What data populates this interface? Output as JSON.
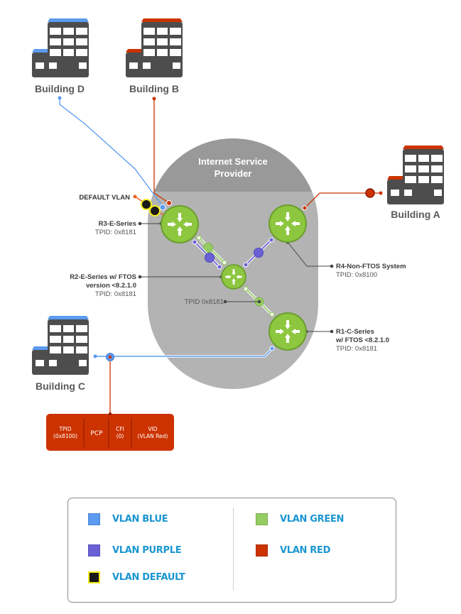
{
  "buildings": {
    "d": {
      "label": "Building D",
      "roof_color": "#5b9bf0"
    },
    "b": {
      "label": "Building B",
      "roof_color": "#cc3300"
    },
    "a": {
      "label": "Building A",
      "roof_color": "#cc3300"
    },
    "c": {
      "label": "Building C",
      "roof_color": "#5b9bf0"
    }
  },
  "isp": {
    "line1": "Internet Service",
    "line2": "Provider"
  },
  "default_vlan_label": "DEFAULT VLAN",
  "routers": {
    "r3": {
      "name": "R3-E-Series",
      "tpid": "TPID: 0x8181"
    },
    "r2": {
      "name_line1": "R2-E-Series w/ FTOS",
      "name_line2": "version <8.2.1.0",
      "tpid": "TPID: 0x8181"
    },
    "r4": {
      "name": "R4-Non-FTOS System",
      "tpid": "TPID: 0x8100"
    },
    "r1": {
      "name_line1": "R1-C-Series",
      "name_line2": "w/ FTOS <8.2.1.0",
      "tpid": "TPID: 0x8181"
    }
  },
  "link_label_tpid": "TPID 0x8181",
  "frame": {
    "fields": [
      {
        "line1": "TPID",
        "line2": "(0x8100)"
      },
      {
        "line1": "PCP",
        "line2": ""
      },
      {
        "line1": "CFI",
        "line2": "(0)"
      },
      {
        "line1": "VID",
        "line2": "(VLAN Red)"
      }
    ],
    "color": "#cc3300"
  },
  "legend": {
    "items": [
      {
        "label": "VLAN BLUE",
        "color": "#5b9bf0"
      },
      {
        "label": "VLAN PURPLE",
        "color": "#6a60d6"
      },
      {
        "label": "VLAN DEFAULT",
        "color": "#1a1a1a",
        "border": "#f5ee1a"
      },
      {
        "label": "VLAN GREEN",
        "color": "#96cc64"
      },
      {
        "label": "VLAN RED",
        "color": "#cc3300"
      }
    ]
  },
  "colors": {
    "vlan_blue": "#5b9bf0",
    "vlan_red": "#cc3300",
    "vlan_green": "#96cc64",
    "vlan_purple": "#6a60d6",
    "vlan_default": "#1a1a1a",
    "default_highlight": "#f5ee1a",
    "router_fill": "#8dc63f",
    "router_stroke": "#6a9e2e",
    "isp_top": "#999999",
    "isp_body": "#b3b3b3",
    "building_body": "#4d4d4d"
  }
}
